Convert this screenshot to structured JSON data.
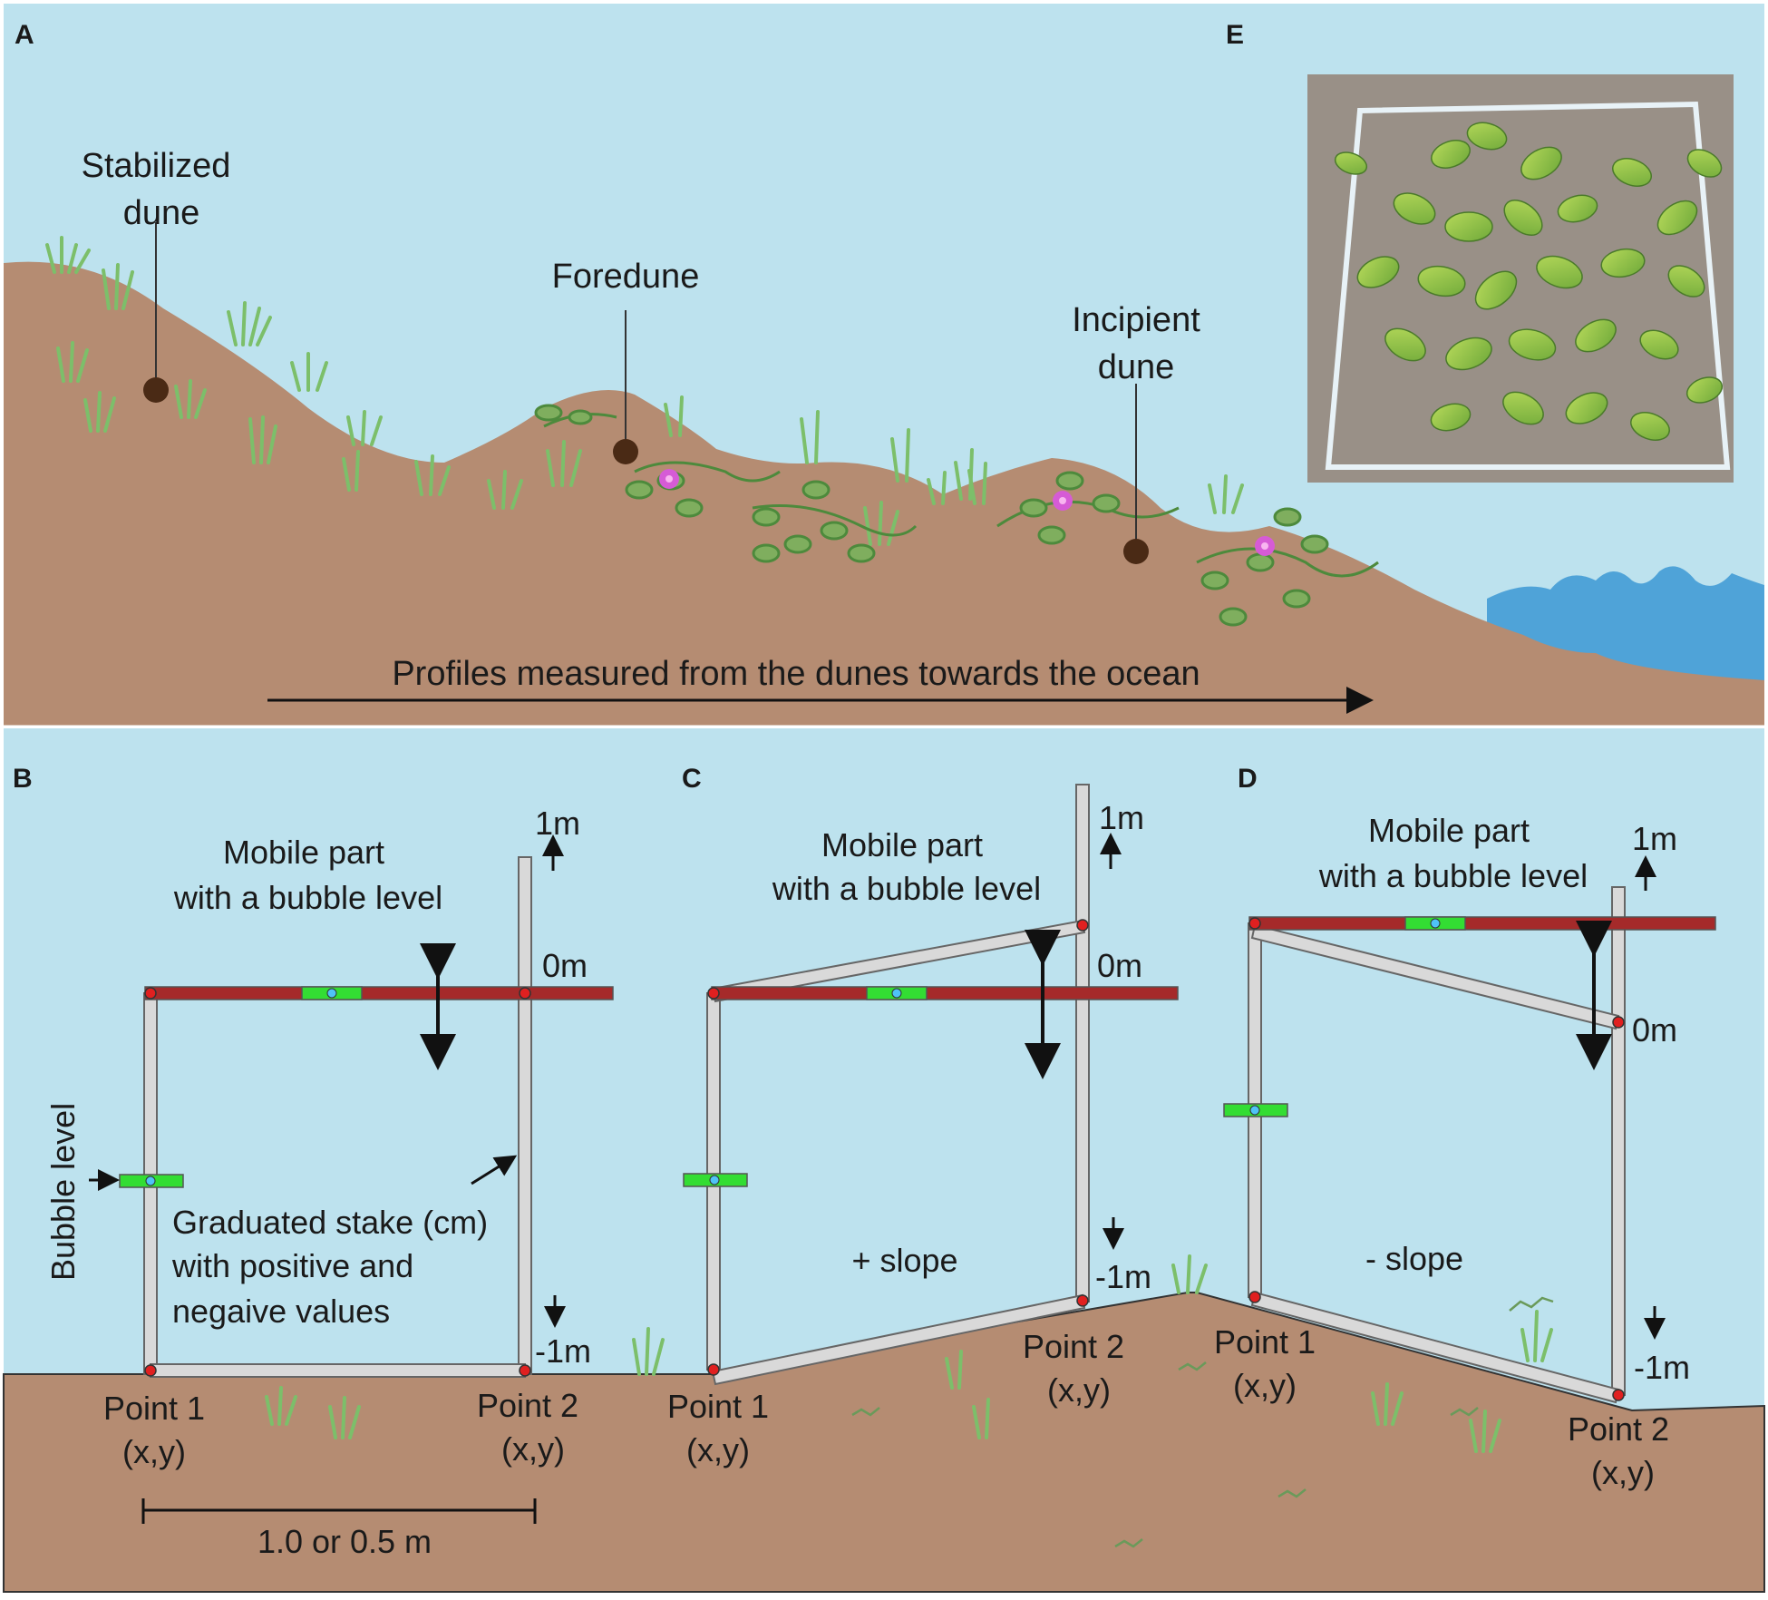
{
  "panels": {
    "A": {
      "letter": "A",
      "stabilized_line1": "Stabilized",
      "stabilized_line2": "dune",
      "foredune": "Foredune",
      "incipient_line1": "Incipient",
      "incipient_line2": "dune",
      "arrow_text": "Profiles measured from the dunes towards the ocean"
    },
    "B": {
      "letter": "B",
      "mobile_line1": "Mobile part",
      "mobile_line2": "with a bubble level",
      "one_m": "1m",
      "zero_m": "0m",
      "minus_one_m": "-1m",
      "bubble_level": "Bubble level",
      "stake_line1": "Graduated stake (cm)",
      "stake_line2": "with positive and",
      "stake_line3": "negaive values",
      "point1": "Point 1",
      "point1_xy": "(x,y)",
      "point2": "Point 2",
      "point2_xy": "(x,y)",
      "scale": "1.0 or 0.5 m"
    },
    "C": {
      "letter": "C",
      "mobile_line1": "Mobile part",
      "mobile_line2": "with a bubble level",
      "one_m": "1m",
      "zero_m": "0m",
      "minus_one_m": "-1m",
      "slope": "+ slope",
      "point1": "Point 1",
      "point1_xy": "(x,y)",
      "point2": "Point 2",
      "point2_xy": "(x,y)"
    },
    "D": {
      "letter": "D",
      "mobile_line1": "Mobile part",
      "mobile_line2": "with a bubble level",
      "one_m": "1m",
      "zero_m": "0m",
      "minus_one_m": "-1m",
      "slope": "- slope",
      "point1": "Point 1",
      "point1_xy": "(x,y)",
      "point2": "Point 2",
      "point2_xy": "(x,y)"
    },
    "E": {
      "letter": "E"
    }
  },
  "colors": {
    "sky": "#bde2ee",
    "sand": "#b58c72",
    "ocean": "#4fa3d8",
    "bar": "#a52a2a",
    "stake": "#d9d9d9",
    "bubble_green": "#33dd33",
    "bubble_dot": "#4fc3f7",
    "hinge": "#e02020",
    "plant": "#6aaa5a",
    "marker": "#4a2a15"
  }
}
